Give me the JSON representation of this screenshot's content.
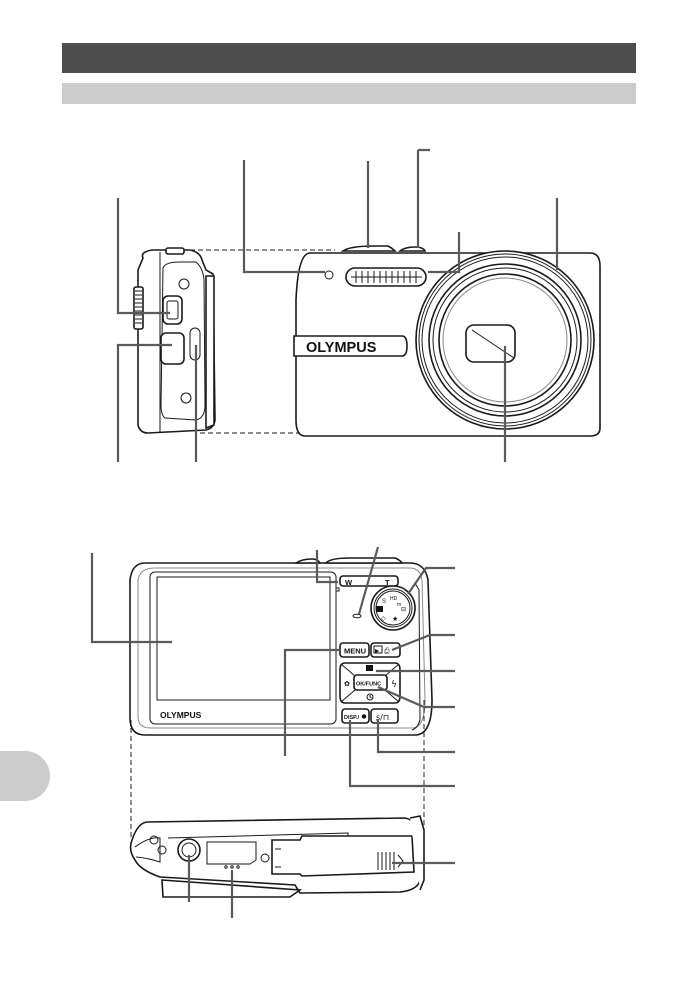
{
  "page": {
    "section_header": "",
    "subsection_header": "",
    "side_tab_label": ""
  },
  "front_view": {
    "brand_logo": "OLYMPUS"
  },
  "back_view": {
    "brand_logo": "OLYMPUS",
    "zoom_wide_label": "W",
    "zoom_tele_label": "T",
    "menu_button_label": "MENU",
    "ok_func_button_label": "OK/FUNC",
    "disp_button_label": "DISP./",
    "playback_button_symbol": "▶",
    "flash_symbol": "ϟ",
    "macro_symbol": "✿",
    "self_timer_symbol": "ⓢ",
    "exposure_symbol": "±",
    "erase_symbol": "⌫",
    "mode_dial_symbols": [
      "camera",
      "scene",
      "movie",
      "star",
      "auto"
    ]
  },
  "colors": {
    "header_dark": "#4d4d4d",
    "header_light": "#cccccc",
    "leader_line": "#5a5a5a"
  }
}
